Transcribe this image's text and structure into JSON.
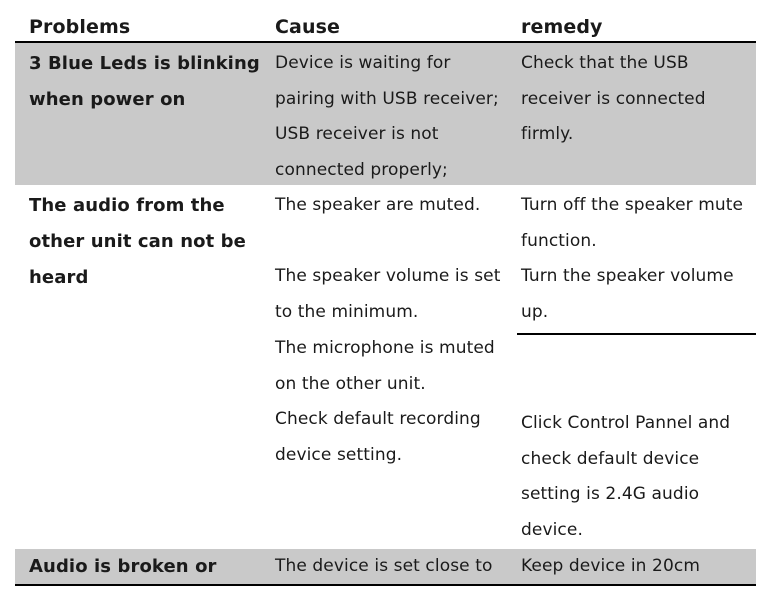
{
  "table": {
    "headers": {
      "problems": "Problems",
      "cause": "Cause",
      "remedy": "remedy"
    },
    "rows": [
      {
        "problem": "3 Blue Leds is blinking\nwhen power on",
        "causes": [
          "Device is waiting for\npairing with USB receiver;\nUSB receiver is not\nconnected properly;"
        ],
        "remedies": [
          "Check that the USB\nreceiver is connected\nfirmly."
        ]
      },
      {
        "problem": "The audio from the\nother unit can not be\nheard",
        "causes": [
          "The speaker are muted.",
          "The speaker volume is set\nto the minimum.",
          "The microphone is muted\non the other unit.",
          "Check default recording\ndevice setting."
        ],
        "remedies": [
          "Turn off the speaker mute\nfunction.",
          "Turn the speaker volume\nup.",
          "Click Control Pannel and\ncheck default device\nsetting is 2.4G audio\ndevice."
        ]
      },
      {
        "problem": "Audio is broken or",
        "causes": [
          "The device is set close to"
        ],
        "remedies": [
          "Keep device in 20cm"
        ]
      }
    ]
  }
}
